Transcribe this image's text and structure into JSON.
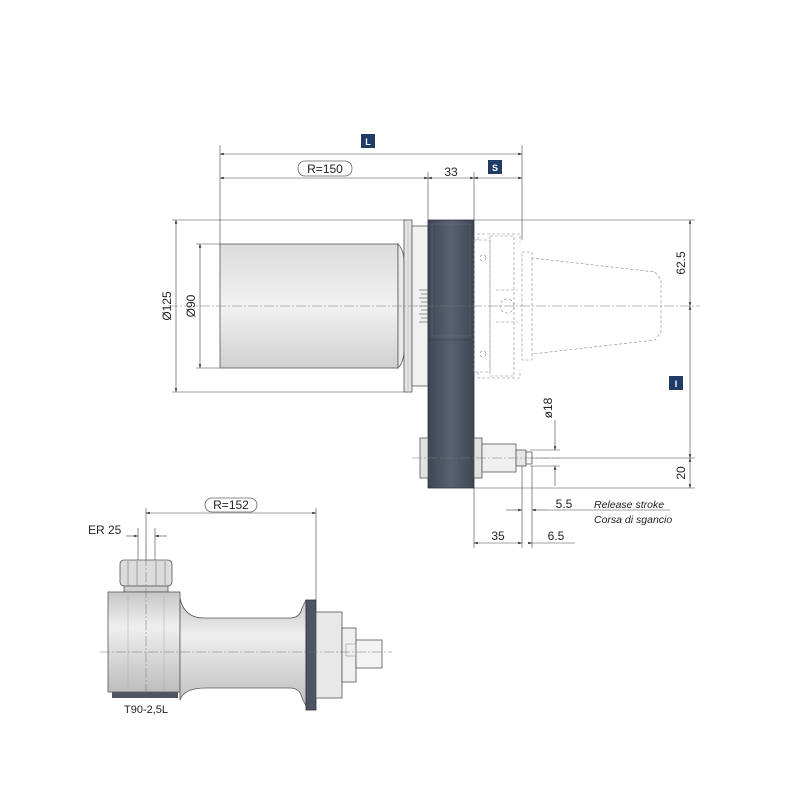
{
  "colors": {
    "label_box": "#1f3b66",
    "dark_body": "#4d5563",
    "light_body": "#e6e6e6",
    "line": "#444444"
  },
  "labels": {
    "L": "L",
    "S": "S",
    "I": "I"
  },
  "top_view": {
    "r150": "R=150",
    "d33": "33",
    "d125": "Ø125",
    "d90": "Ø90",
    "d62_5": "62.5",
    "d18": "ø18",
    "d20": "20",
    "d5_5": "5.5",
    "d35": "35",
    "d6_5": "6.5",
    "release_stroke": "Release stroke",
    "corsa_sgancio": "Corsa di sgancio"
  },
  "side_view": {
    "r152": "R=152",
    "er25": "ER 25",
    "model": "T90-2,5L"
  }
}
